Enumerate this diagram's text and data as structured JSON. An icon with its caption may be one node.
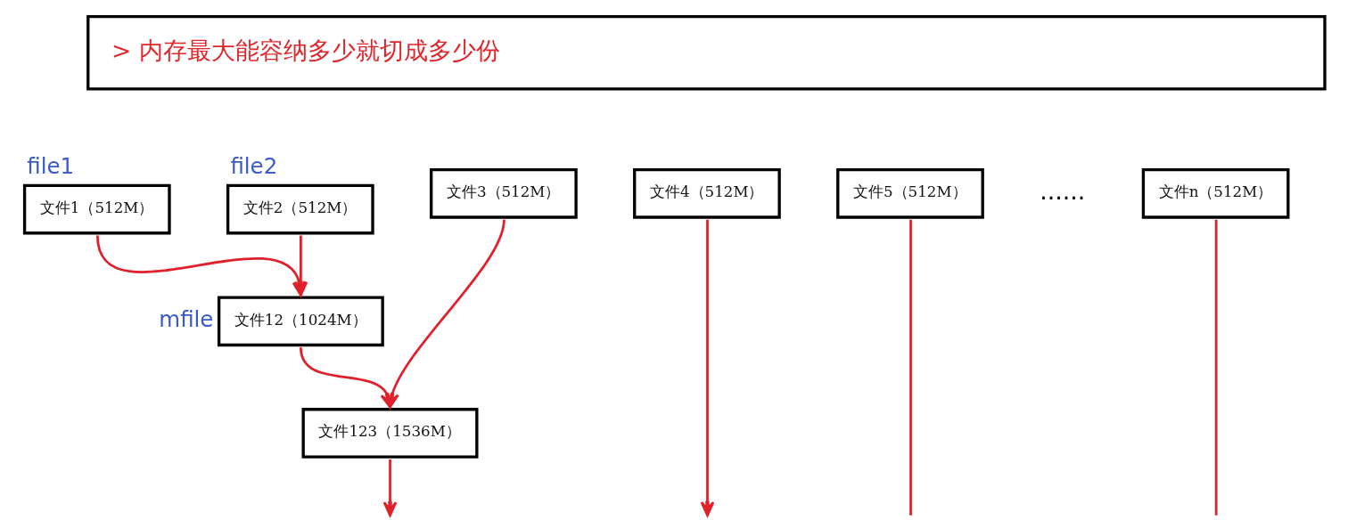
{
  "diagram": {
    "nodes": [
      {
        "text": [
          "> 内存最大能容纳多少就切成多少份"
        ]
      },
      {
        "text": [
          "文件1（512M）"
        ],
        "beside": [
          "file1"
        ]
      },
      {
        "text": [
          "文件2（512M）"
        ],
        "beside": [
          "file2"
        ]
      },
      {
        "text": [
          "文件3（512M）"
        ]
      },
      {
        "text": [
          "文件4（512M）"
        ]
      },
      {
        "text": [
          "文件5（512M）"
        ]
      },
      {
        "text": [
          "文件n（512M）"
        ]
      },
      {
        "text": [
          "文件12（1024M）"
        ],
        "beside": [
          "mfile"
        ]
      },
      {
        "text": [
          "文件123（1536M）"
        ]
      }
    ],
    "edges": [
      {
        "from": 1,
        "to": 7,
        "arrow": "to"
      },
      {
        "from": 2,
        "to": 7,
        "arrow": "to"
      },
      {
        "from": 7,
        "to": 8,
        "arrow": "to"
      },
      {
        "from": 3,
        "to": 8,
        "arrow": "to"
      },
      {
        "from": 8,
        "to": null,
        "arrow": "to"
      },
      {
        "from": 4,
        "to": null,
        "arrow": "to"
      },
      {
        "from": 5,
        "to": null,
        "arrow": "none"
      },
      {
        "from": 6,
        "to": null,
        "arrow": "none"
      }
    ],
    "labels": [
      "......"
    ]
  }
}
